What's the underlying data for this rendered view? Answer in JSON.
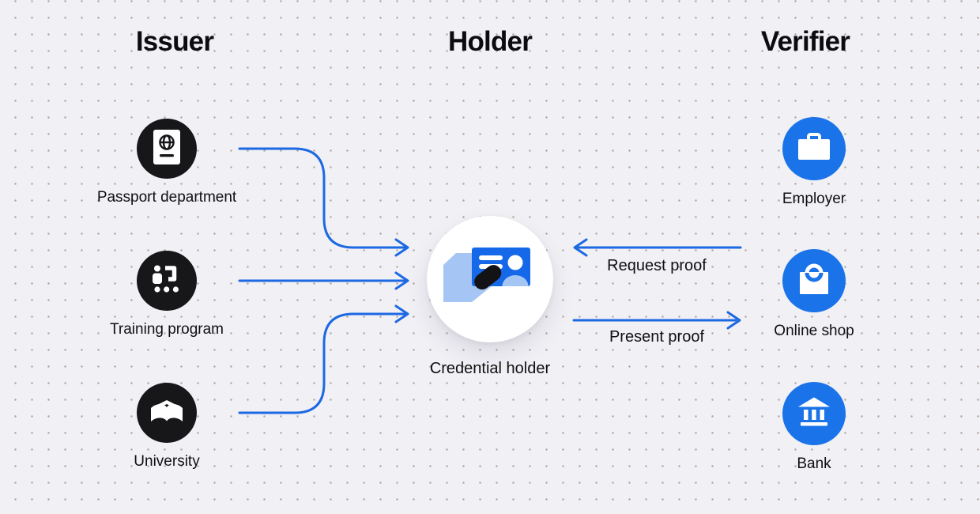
{
  "headers": {
    "issuer": "Issuer",
    "holder": "Holder",
    "verifier": "Verifier"
  },
  "issuers": [
    {
      "label": "Passport department",
      "icon": "passport-icon"
    },
    {
      "label": "Training program",
      "icon": "training-path-icon"
    },
    {
      "label": "University",
      "icon": "graduation-book-icon"
    }
  ],
  "holder": {
    "label": "Credential holder",
    "icon": "id-card-in-hand-icon"
  },
  "verifiers": [
    {
      "label": "Employer",
      "icon": "briefcase-icon"
    },
    {
      "label": "Online shop",
      "icon": "shopping-bag-icon"
    },
    {
      "label": "Bank",
      "icon": "bank-building-icon"
    }
  ],
  "flows": {
    "request": "Request proof",
    "present": "Present proof"
  },
  "colors": {
    "background": "#f1f0f5",
    "dot_grid": "#aba49b",
    "issuer_node": "#17171a",
    "verifier_node": "#1a73e8",
    "arrow_blue": "#1c69e2",
    "card_blue": "#1569e8",
    "hand_light_blue": "#a5c6f4",
    "text": "#0e0e10"
  }
}
